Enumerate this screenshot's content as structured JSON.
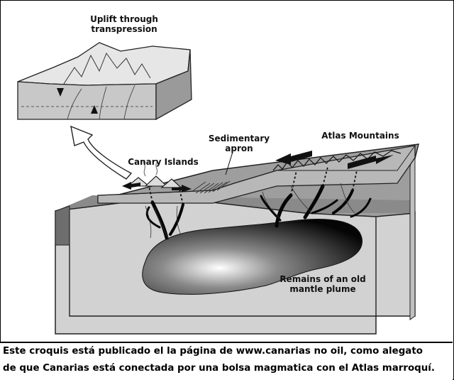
{
  "diagram": {
    "labels": {
      "uplift_line1": "Uplift through",
      "uplift_line2": "transpression",
      "sedimentary_line1": "Sedimentary",
      "sedimentary_line2": "apron",
      "atlas": "Atlas Mountains",
      "canary": "Canary Islands",
      "plume_line1": "Remains of an old",
      "plume_line2": "mantle plume"
    }
  },
  "caption": {
    "line1": "Este croquis está publicado el la página de www.canarias no oil, como alegato",
    "line2": "de que Canarias está conectada por una bolsa magmatica con el Atlas marroquí."
  }
}
